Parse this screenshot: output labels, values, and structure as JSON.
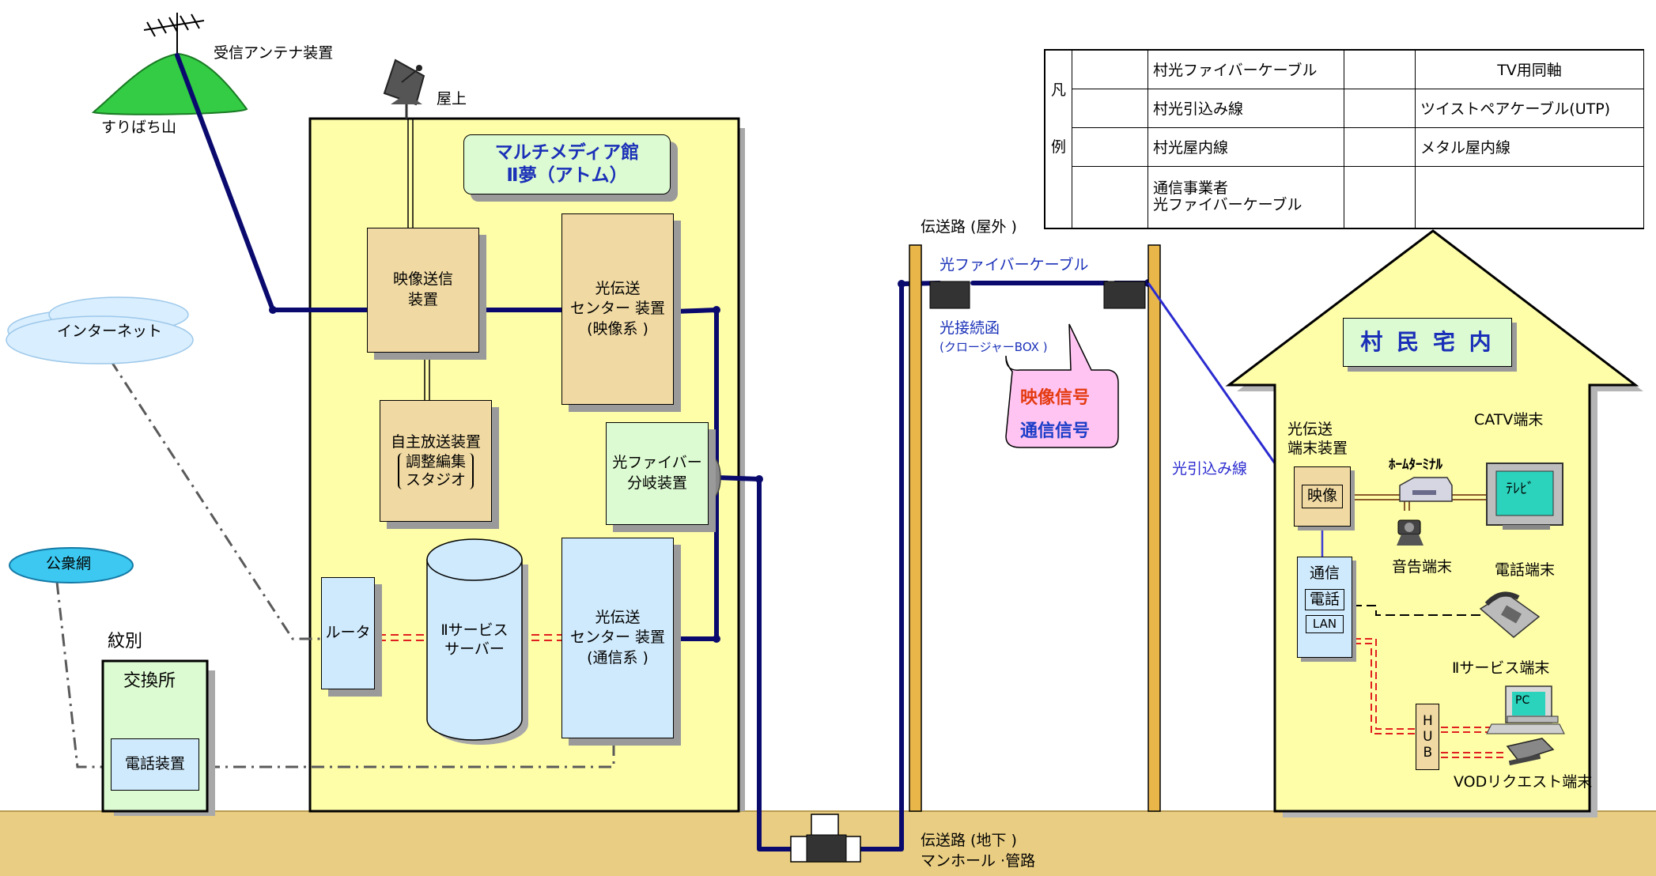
{
  "labels": {
    "antenna": "受信アンテナ装置",
    "mountain": "すりばち山",
    "rooftop": "屋上",
    "internet": "インターネット",
    "public_network": "公衆網",
    "monbetsu": "紋別",
    "exchange": "交換所",
    "telephone_device": "電話装置",
    "media_hall_1": "マルチメディア館",
    "media_hall_2": "Ⅱ夢（アトム）",
    "video_tx_1": "映像送信",
    "video_tx_2": "装置",
    "opt_center_video_1": "光伝送",
    "opt_center_video_2": "センター 装置",
    "opt_center_video_3": "(映像系 )",
    "self_broadcast_1": "自主放送装置",
    "self_broadcast_2": "調整編集",
    "self_broadcast_3": "スタジオ",
    "splitter_1": "光ファイバー",
    "splitter_2": "分岐装置",
    "router": "ルータ",
    "server_1": "Ⅱサービス",
    "server_2": "サーバー",
    "opt_center_comm_1": "光伝送",
    "opt_center_comm_2": "センター 装置",
    "opt_center_comm_3": "(通信系 )",
    "transmission_outdoor": "伝送路 (屋外 )",
    "fiber_cable": "光ファイバーケーブル",
    "closure_1": "光接続函",
    "closure_2": "(クロージャーBOX )",
    "video_signal": "映像信号",
    "comm_signal": "通信信号",
    "drop_line": "光引込み線",
    "transmission_underground_1": "伝送路 (地下 )",
    "transmission_underground_2": "マンホール ·管路",
    "house_title": "村 民 宅 内",
    "ont_1": "光伝送",
    "ont_2": "端末装置",
    "catv_terminal": "CATV端末",
    "home_terminal": "ﾎｰﾑﾀｰﾐﾅﾙ",
    "tv": "ﾃﾚﾋﾞ",
    "video": "映像",
    "audio_terminal": "音告端末",
    "phone_terminal": "電話端末",
    "comm": "通信",
    "phone": "電話",
    "lan": "LAN",
    "service_terminal": "Ⅱサービス端末",
    "pc": "PC",
    "hub": "HUB",
    "vod_terminal": "VODリクエスト端末"
  },
  "legend": {
    "title_1": "凡",
    "title_2": "例",
    "items": [
      "村光ファイバーケーブル",
      "TV用同軸",
      "村光引込み線",
      "ツイストペアケーブル(UTP)",
      "村光屋内線",
      "メタル屋内線",
      "通信事業者",
      "光ファイバーケーブル"
    ]
  },
  "colors": {
    "fiber": "#0a0a6e",
    "drop": "#2b2bd0",
    "indoor": "#3d3dd6",
    "coax": "#8a5a2b",
    "utp": "#e02020",
    "carrier": "#5a5a5a",
    "ground": "#e9cd82",
    "building": "#fefda8",
    "mountain": "#33cc44",
    "pole": "#e9b64a",
    "video_signal": "#e43a10",
    "comm_signal": "#1a3cc8"
  }
}
